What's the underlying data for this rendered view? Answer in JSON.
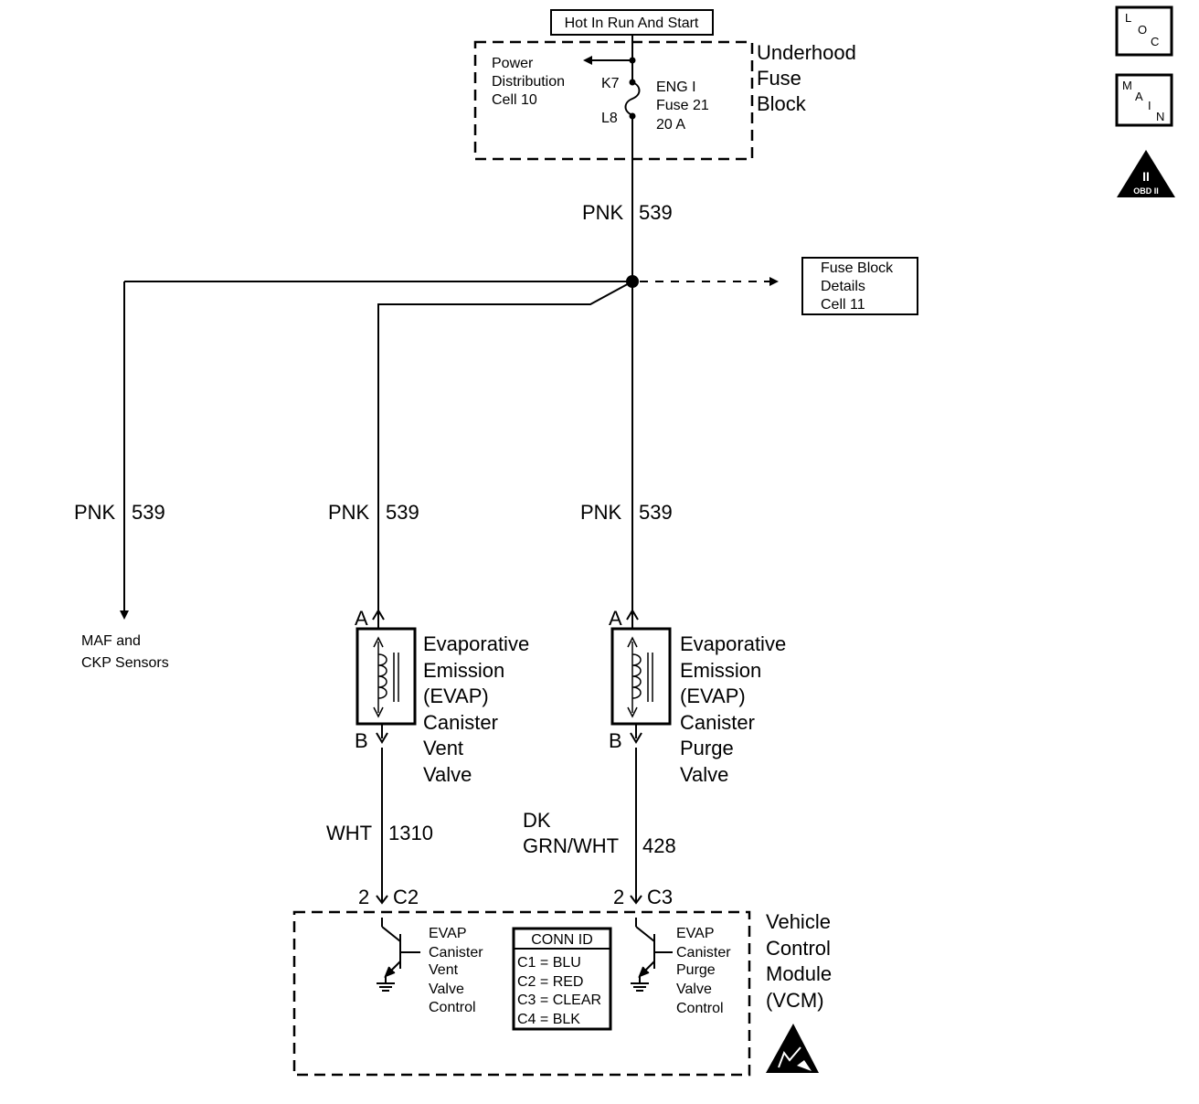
{
  "power_source": {
    "label": "Hot In Run And Start"
  },
  "underhood_fuse_block": {
    "title_lines": [
      "Underhood",
      "Fuse",
      "Block"
    ],
    "power_distribution_lines": [
      "Power",
      "Distribution",
      "Cell 10"
    ],
    "terminal_in": "K7",
    "terminal_out": "L8",
    "fuse_lines": [
      "ENG I",
      "Fuse 21",
      "20 A"
    ]
  },
  "fuse_block_details": {
    "lines": [
      "Fuse Block",
      "Details",
      "Cell 11"
    ]
  },
  "wires": {
    "main_feed": {
      "color": "PNK",
      "circuit": "539"
    },
    "maf_branch": {
      "color": "PNK",
      "circuit": "539"
    },
    "vent_feed": {
      "color": "PNK",
      "circuit": "539"
    },
    "purge_feed": {
      "color": "PNK",
      "circuit": "539"
    },
    "vent_control": {
      "color": "WHT",
      "circuit": "1310"
    },
    "purge_control": {
      "color_lines": [
        "DK",
        "GRN/WHT"
      ],
      "circuit": "428"
    }
  },
  "maf_destination": {
    "lines": [
      "MAF and",
      "CKP Sensors"
    ]
  },
  "vent_valve": {
    "pin_a": "A",
    "pin_b": "B",
    "name_lines": [
      "Evaporative",
      "Emission",
      "(EVAP)",
      "Canister",
      "Vent",
      "Valve"
    ]
  },
  "purge_valve": {
    "pin_a": "A",
    "pin_b": "B",
    "name_lines": [
      "Evaporative",
      "Emission",
      "(EVAP)",
      "Canister",
      "Purge",
      "Valve"
    ]
  },
  "vcm": {
    "title_lines": [
      "Vehicle",
      "Control",
      "Module",
      "(VCM)"
    ],
    "vent_pin": "2",
    "vent_connector": "C2",
    "purge_pin": "2",
    "purge_connector": "C3",
    "vent_driver_lines": [
      "EVAP",
      "Canister",
      "Vent",
      "Valve",
      "Control"
    ],
    "purge_driver_lines": [
      "EVAP",
      "Canister",
      "Purge",
      "Valve",
      "Control"
    ],
    "conn_id": {
      "title": "CONN ID",
      "rows": [
        "C1 = BLU",
        "C2 = RED",
        "C3 = CLEAR",
        "C4 = BLK"
      ]
    }
  },
  "side_icons": {
    "loc": {
      "icon": "loc-icon",
      "letters": [
        "L",
        "O",
        "C"
      ]
    },
    "main": {
      "icon": "main-icon",
      "letters": [
        "M",
        "A",
        "I",
        "N"
      ]
    },
    "obd": {
      "icon": "obd-ii-icon",
      "numeral": "II",
      "label": "OBD II"
    }
  }
}
